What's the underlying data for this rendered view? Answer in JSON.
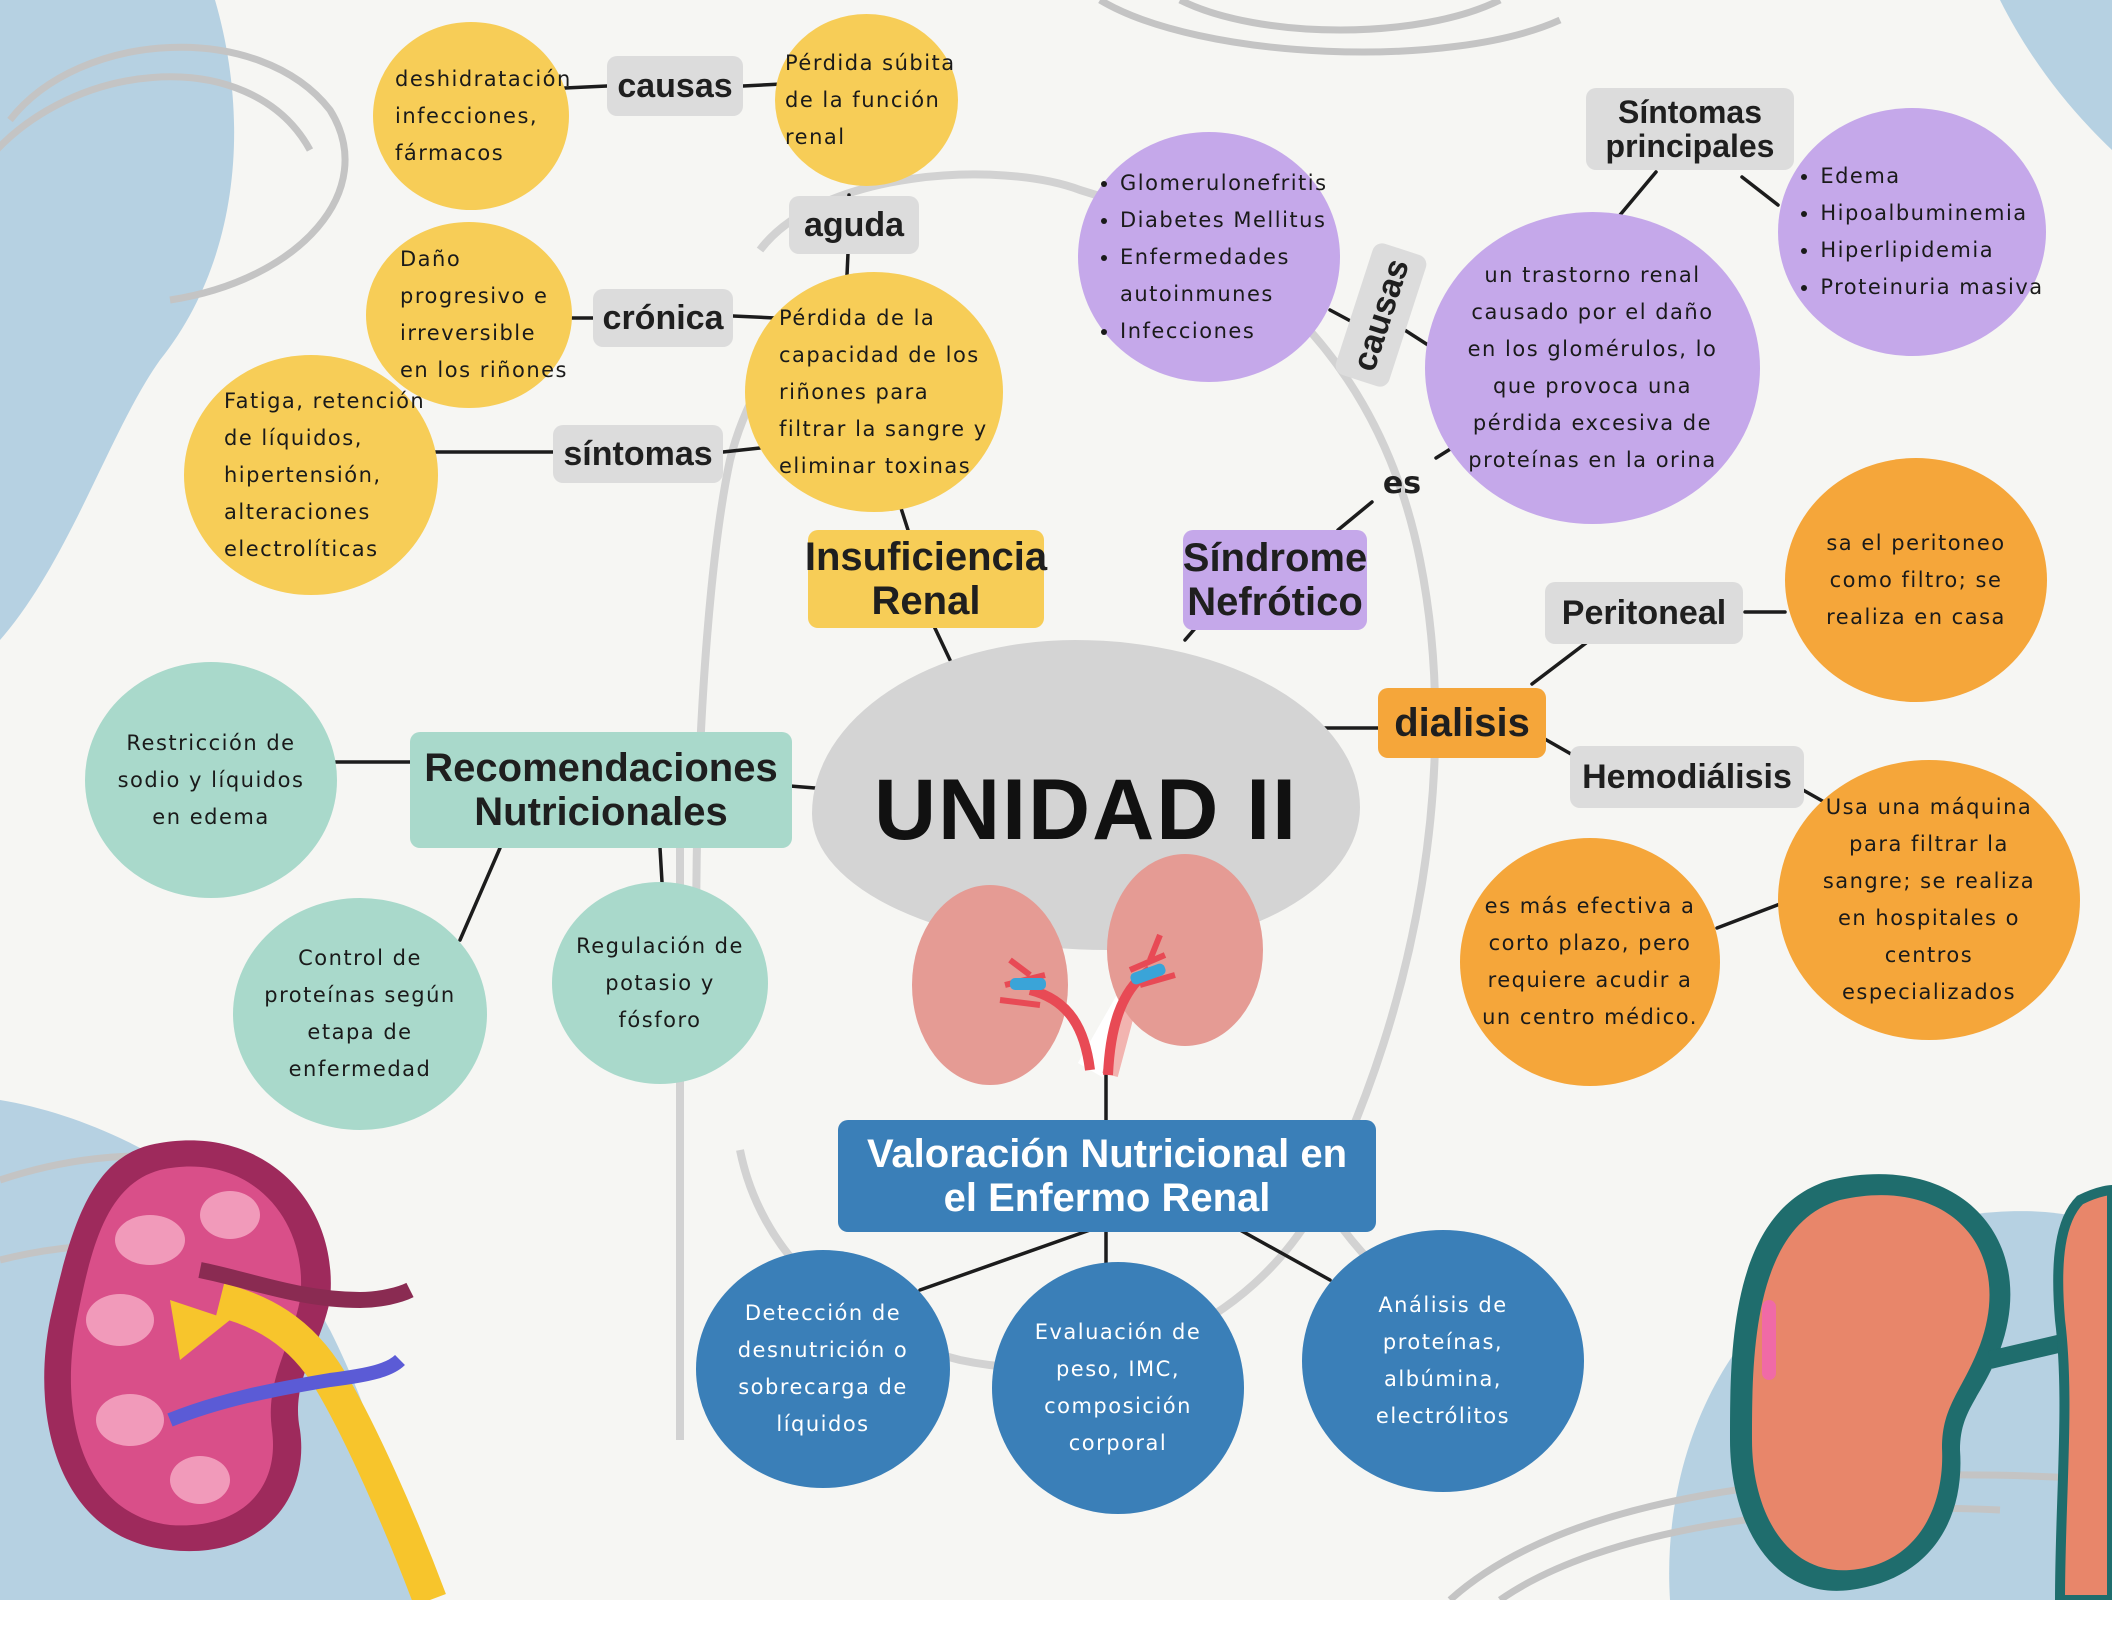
{
  "colors": {
    "yellow": "#f7cd57",
    "purple": "#c5a8ea",
    "orange": "#f5a63a",
    "teal": "#a9d9cb",
    "blue": "#3a7fb8",
    "gray": "#dcdcdc"
  },
  "center": {
    "title": "UNIDAD II"
  },
  "insuficiencia": {
    "title_line1": "Insuficiencia",
    "title_line2": "Renal",
    "definition": "Pérdida de la capacidad de los riñones para filtrar la sangre y eliminar toxinas",
    "aguda_label": "aguda",
    "aguda_text": "Pérdida súbita de la función renal",
    "causas_label": "causas",
    "causas_text": "deshidratación infecciones, fármacos",
    "cronica_label": "crónica",
    "cronica_text": "Daño progresivo e irreversible en los riñones",
    "sintomas_label": "síntomas",
    "sintomas_text": "Fatiga, retención de líquidos, hipertensión, alteraciones electrolíticas"
  },
  "sindrome": {
    "title_line1": "Síndrome",
    "title_line2": "Nefrótico",
    "es_label": "es",
    "definition": "un trastorno renal causado por el daño en los glomérulos, lo que provoca una pérdida excesiva de proteínas en la orina",
    "causas_label": "causas",
    "causas_items": [
      "Glomerulonefritis",
      "Diabetes Mellitus",
      "Enfermedades autoinmunes",
      "Infecciones"
    ],
    "sintomas_label_line1": "Síntomas",
    "sintomas_label_line2": "principales",
    "sintomas_items": [
      "Edema",
      "Hipoalbuminemia",
      "Hiperlipidemia",
      "Proteinuria masiva"
    ]
  },
  "dialisis": {
    "title": "dialisis",
    "peritoneal_label": "Peritoneal",
    "peritoneal_text": "sa el peritoneo como filtro; se realiza en casa",
    "hemo_label": "Hemodiálisis",
    "hemo_text": "Usa una máquina para filtrar la sangre; se realiza en hospitales o centros especializados",
    "hemo_note": "es más efectiva a corto plazo, pero requiere acudir a un centro médico."
  },
  "recomendaciones": {
    "title_line1": "Recomendaciones",
    "title_line2": "Nutricionales",
    "items": [
      "Restricción de sodio y líquidos en edema",
      "Control de proteínas según etapa de enfermedad",
      "Regulación de potasio y fósforo"
    ]
  },
  "valoracion": {
    "title_line1": "Valoración Nutricional en",
    "title_line2": "el Enfermo Renal",
    "items": [
      "Detección de desnutrición o sobrecarga de líquidos",
      "Evaluación de peso, IMC, composición corporal",
      "Análisis de proteínas, albúmina, electrólitos"
    ]
  }
}
